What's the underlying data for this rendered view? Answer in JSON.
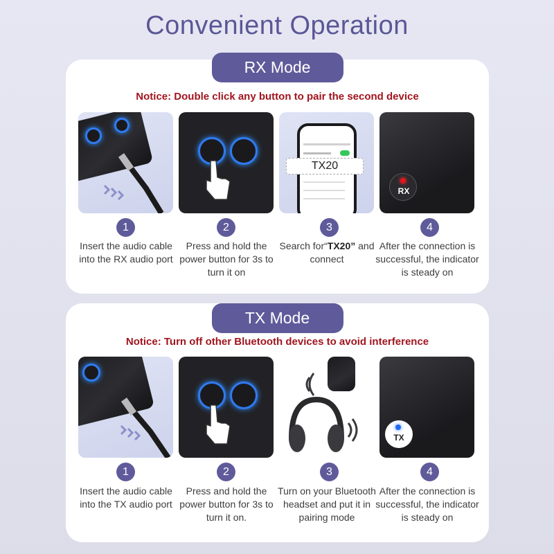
{
  "title": "Convenient Operation",
  "rx": {
    "mode": "RX Mode",
    "notice": "Notice: Double click any button to pair the second device",
    "steps": [
      {
        "num": "1",
        "text": "Insert the audio cable into the RX audio port"
      },
      {
        "num": "2",
        "text": "Press and hold the power button for 3s to turn it on"
      },
      {
        "num": "3",
        "text_pre": "Search for“",
        "text_bold": "TX20”",
        "text_post": " and connect"
      },
      {
        "num": "4",
        "text": "After the connection is successful, the indicator is steady on"
      }
    ],
    "phone_label": "TX20",
    "indicator_label": "RX",
    "indicator_color": "#e8121b"
  },
  "tx": {
    "mode": "TX Mode",
    "notice": "Notice: Turn off other Bluetooth devices to avoid interference",
    "steps": [
      {
        "num": "1",
        "text": "Insert the audio cable into the TX audio port"
      },
      {
        "num": "2",
        "text": "Press and hold the power button for 3s to turn it on."
      },
      {
        "num": "3",
        "text": "Turn on your Bluetooth headset and put it in pairing mode"
      },
      {
        "num": "4",
        "text": "After the connection is successful, the indicator is steady on"
      }
    ],
    "indicator_label": "TX",
    "indicator_color": "#1f6cf2"
  },
  "colors": {
    "accent": "#5f5b9a",
    "notice": "#a0151e",
    "glow": "#2f7bf0"
  },
  "icons": [
    "audio-cable-icon",
    "power-button-icon",
    "phone-bluetooth-icon",
    "indicator-led-icon",
    "headphones-icon",
    "bluetooth-wave-icon",
    "pointing-hand-icon"
  ]
}
